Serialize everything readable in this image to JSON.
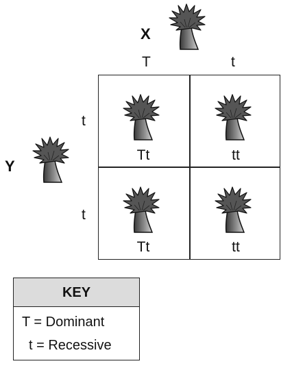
{
  "parents": {
    "x": {
      "label": "X",
      "alleles": [
        "T",
        "t"
      ]
    },
    "y": {
      "label": "Y",
      "alleles": [
        "t",
        "t"
      ]
    }
  },
  "punnett": {
    "cells": [
      {
        "genotype": "Tt"
      },
      {
        "genotype": "tt"
      },
      {
        "genotype": "Tt"
      },
      {
        "genotype": "tt"
      }
    ]
  },
  "key": {
    "title": "KEY",
    "lines": [
      "T = Dominant",
      "t = Recessive"
    ]
  },
  "icons": {
    "organism": "sea-anemone-icon"
  }
}
